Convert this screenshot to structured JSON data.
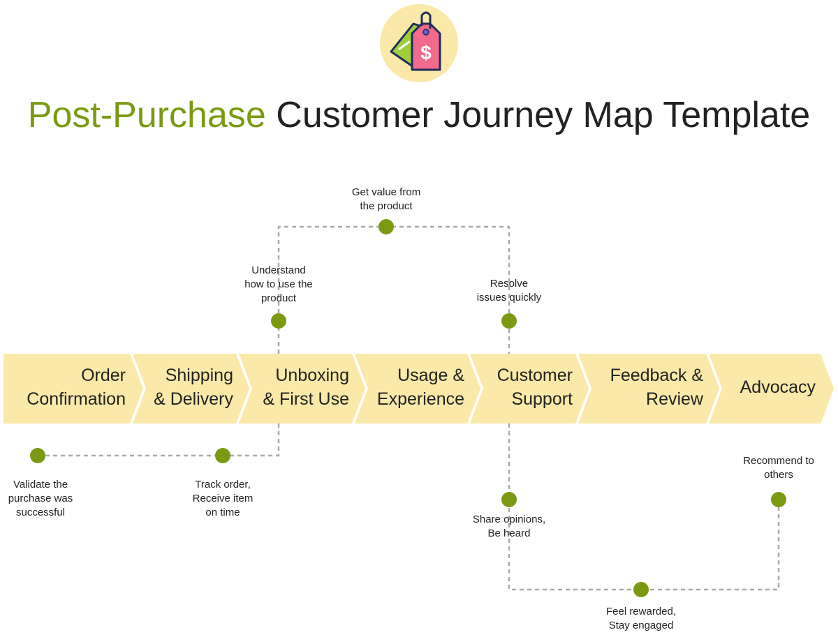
{
  "title": {
    "accent": "Post-Purchase",
    "rest": "Customer Journey Map Template"
  },
  "colors": {
    "accent": "#7b9a12",
    "stage_fill": "#fbe9a9",
    "dot": "#7b9a12",
    "connector": "#a9a9a9",
    "logo_circle": "#fbe9a9",
    "tag_front": "#f26a8d",
    "tag_back": "#9fce3b",
    "tag_outline": "#1f2d5a"
  },
  "logo": {
    "icon": "price-tag-dollar-icon",
    "glyph": "$"
  },
  "stages": [
    {
      "line1": "Order",
      "line2": "Confirmation"
    },
    {
      "line1": "Shipping",
      "line2": "& Delivery"
    },
    {
      "line1": "Unboxing",
      "line2": "& First Use"
    },
    {
      "line1": "Usage &",
      "line2": "Experience"
    },
    {
      "line1": "Customer",
      "line2": "Support"
    },
    {
      "line1": "Feedback &",
      "line2": "Review"
    },
    {
      "line1": "Advocacy",
      "line2": ""
    }
  ],
  "notes": {
    "get_value": {
      "line1": "Get value from",
      "line2": "the product"
    },
    "understand": {
      "line1": "Understand",
      "line2": "how to use the",
      "line3": "product"
    },
    "resolve": {
      "line1": "Resolve",
      "line2": "issues quickly"
    },
    "validate": {
      "line1": "Validate the",
      "line2": "purchase was",
      "line3": "successful"
    },
    "track": {
      "line1": "Track order,",
      "line2": "Receive item",
      "line3": "on time"
    },
    "share": {
      "line1": "Share opinions,",
      "line2": "Be heard"
    },
    "recommend": {
      "line1": "Recommend to",
      "line2": "others"
    },
    "feel": {
      "line1": "Feel rewarded,",
      "line2": "Stay engaged"
    }
  }
}
